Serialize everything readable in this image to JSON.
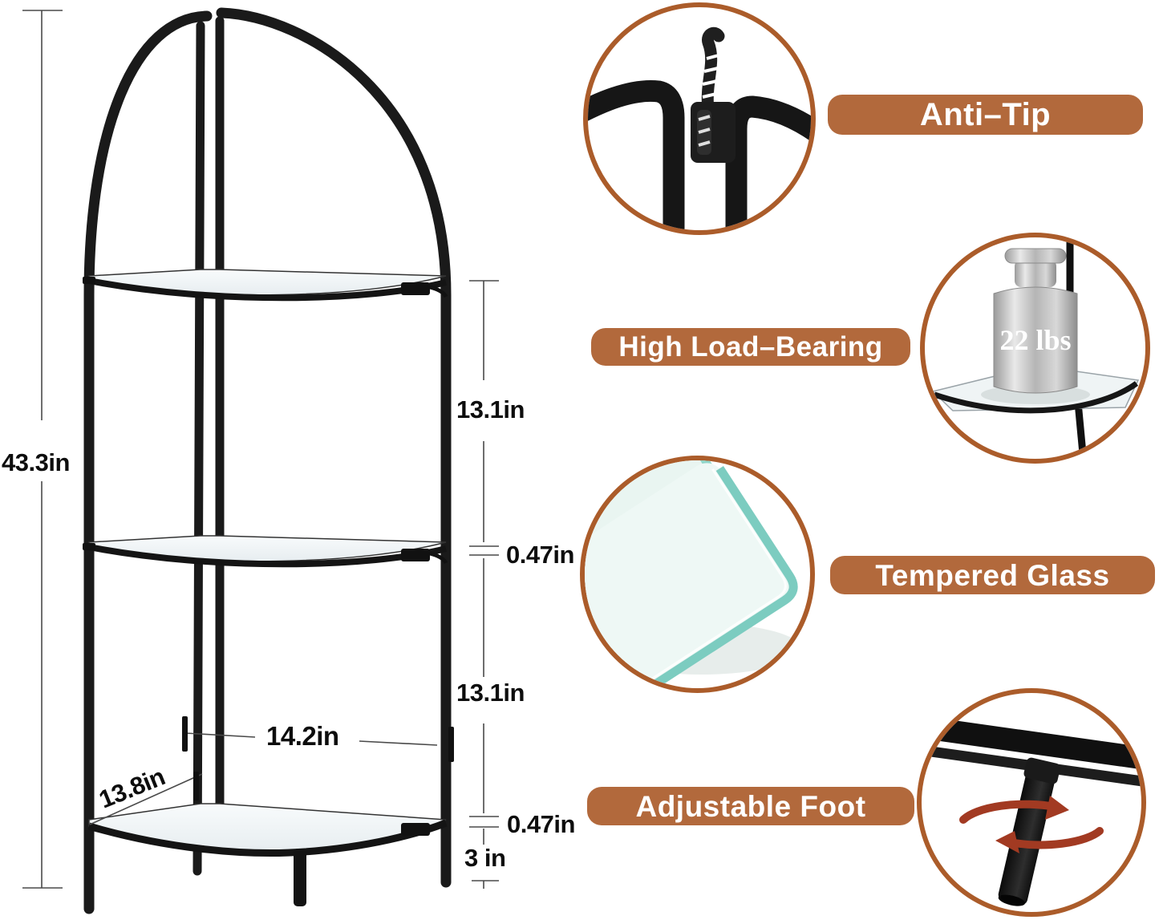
{
  "colors": {
    "accent_label_bg": "#b2693c",
    "circle_border": "#ab5c2a",
    "frame_black": "#1a1a1a",
    "dim_line": "#4a4a4a",
    "glass_edge_teal": "#7cccc0",
    "rotation_arrow_red": "#a23a22"
  },
  "dims": {
    "total_height": "43.3in",
    "tier_gap_top": "13.1in",
    "shelf_thickness_mid": "0.47in",
    "tier_gap_bottom": "13.1in",
    "shelf_width": "14.2in",
    "shelf_depth": "13.8in",
    "shelf_thickness_bottom": "0.47in",
    "foot_height": "3 in"
  },
  "callouts": [
    {
      "id": "anti-tip",
      "label": "Anti–Tip"
    },
    {
      "id": "high-load-bearing",
      "label": "High Load–Bearing",
      "badge": "22 lbs"
    },
    {
      "id": "tempered-glass",
      "label": "Tempered Glass"
    },
    {
      "id": "adjustable-foot",
      "label": "Adjustable Foot"
    }
  ]
}
